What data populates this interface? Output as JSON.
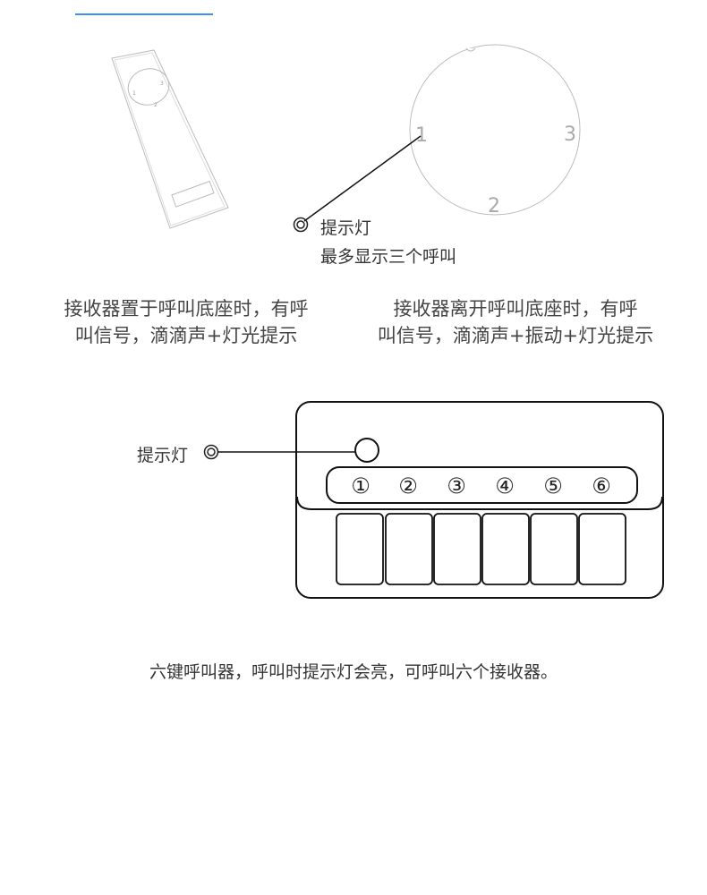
{
  "accent_color": "#3d8ff0",
  "receiver": {
    "remote_numbers": [
      "1",
      "2",
      "3"
    ],
    "dial_numbers": [
      "1",
      "2",
      "3"
    ],
    "indicator_label": "提示灯",
    "indicator_note": "最多显示三个呼叫"
  },
  "captions": {
    "left": [
      "接收器置于呼叫底座时，有呼",
      "叫信号，滴滴声+灯光提示"
    ],
    "right": [
      "接收器离开呼叫底座时，有呼",
      "叫信号，滴滴声+振动+灯光提示"
    ]
  },
  "caller": {
    "indicator_label": "提示灯",
    "key_numbers": [
      "①",
      "②",
      "③",
      "④",
      "⑤",
      "⑥"
    ]
  },
  "footer_text": "六键呼叫器，呼叫时提示灯会亮，可呼叫六个接收器。"
}
